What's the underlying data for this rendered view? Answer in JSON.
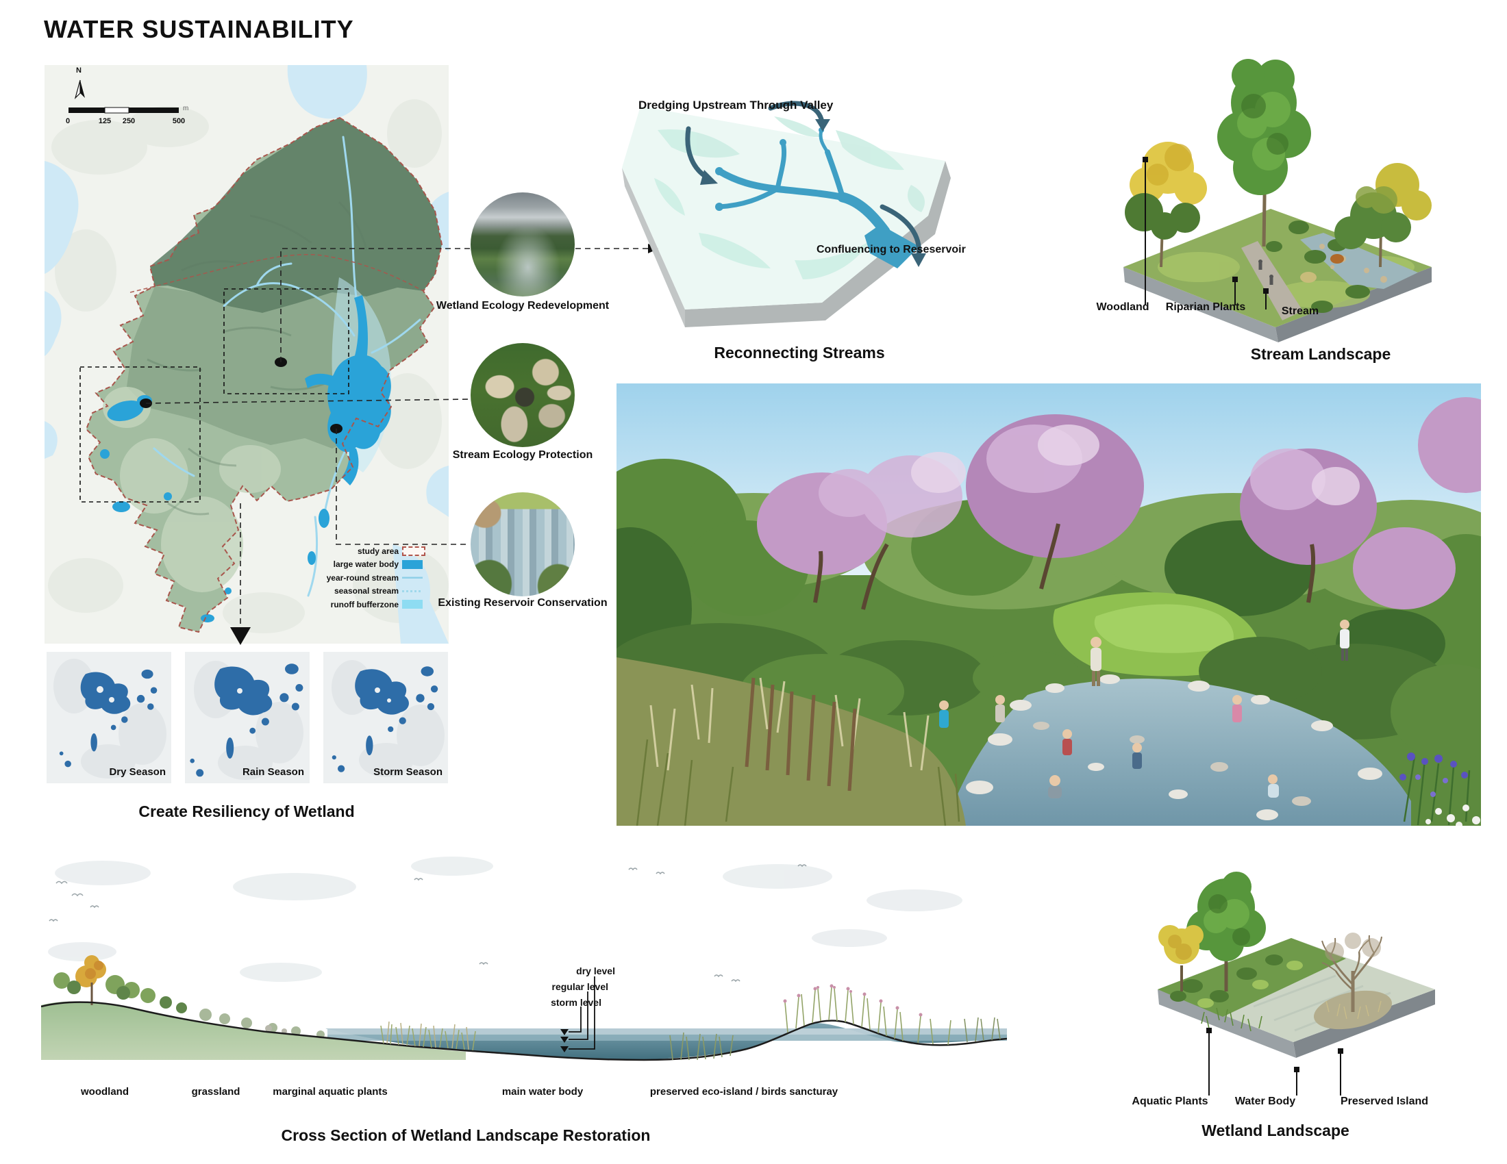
{
  "board_title": "WATER SUSTAINABILITY",
  "map": {
    "north_label": "N",
    "scale": {
      "ticks": [
        "0",
        "125",
        "250",
        "500"
      ],
      "unit": "m"
    },
    "legend": {
      "items": [
        {
          "label": "study area"
        },
        {
          "label": "large water body"
        },
        {
          "label": "year-round stream"
        },
        {
          "label": "seasonal stream"
        },
        {
          "label": "runoff bufferzone"
        }
      ]
    }
  },
  "callouts": {
    "items": [
      {
        "label": "Wetland Ecology Redevelopment"
      },
      {
        "label": "Stream Ecology Protection"
      },
      {
        "label": "Existing Reservoir Conservation"
      }
    ]
  },
  "reconnecting_streams": {
    "title": "Reconnecting Streams",
    "annotation_upstream": "Dredging Upstream Through Valley",
    "annotation_reservoir": "Confluencing to Reseservoir"
  },
  "stream_landscape": {
    "title": "Stream Landscape",
    "labels": {
      "woodland": "Woodland",
      "riparian": "Riparian Plants",
      "stream": "Stream"
    }
  },
  "resiliency": {
    "title": "Create Resiliency of Wetland",
    "seasons": [
      {
        "label": "Dry Season"
      },
      {
        "label": "Rain Season"
      },
      {
        "label": "Storm Season"
      }
    ]
  },
  "cross_section": {
    "title": "Cross Section of Wetland Landscape Restoration",
    "levels": {
      "dry": "dry level",
      "regular": "regular level",
      "storm": "storm level"
    },
    "zones": [
      {
        "label": "woodland"
      },
      {
        "label": "grassland"
      },
      {
        "label": "marginal aquatic plants"
      },
      {
        "label": "main water body"
      },
      {
        "label": "preserved eco-island / birds sancturay"
      }
    ]
  },
  "wetland_landscape": {
    "title": "Wetland Landscape",
    "labels": {
      "aquatic": "Aquatic Plants",
      "water": "Water Body",
      "island": "Preserved Island"
    }
  },
  "colors": {
    "water_blue": "#2aa3d8",
    "buffer_blue": "#8edcf2",
    "study_outline": "#a8564c",
    "wetland_navy": "#2e6da8",
    "stream_teal": "#3f9fc4"
  }
}
